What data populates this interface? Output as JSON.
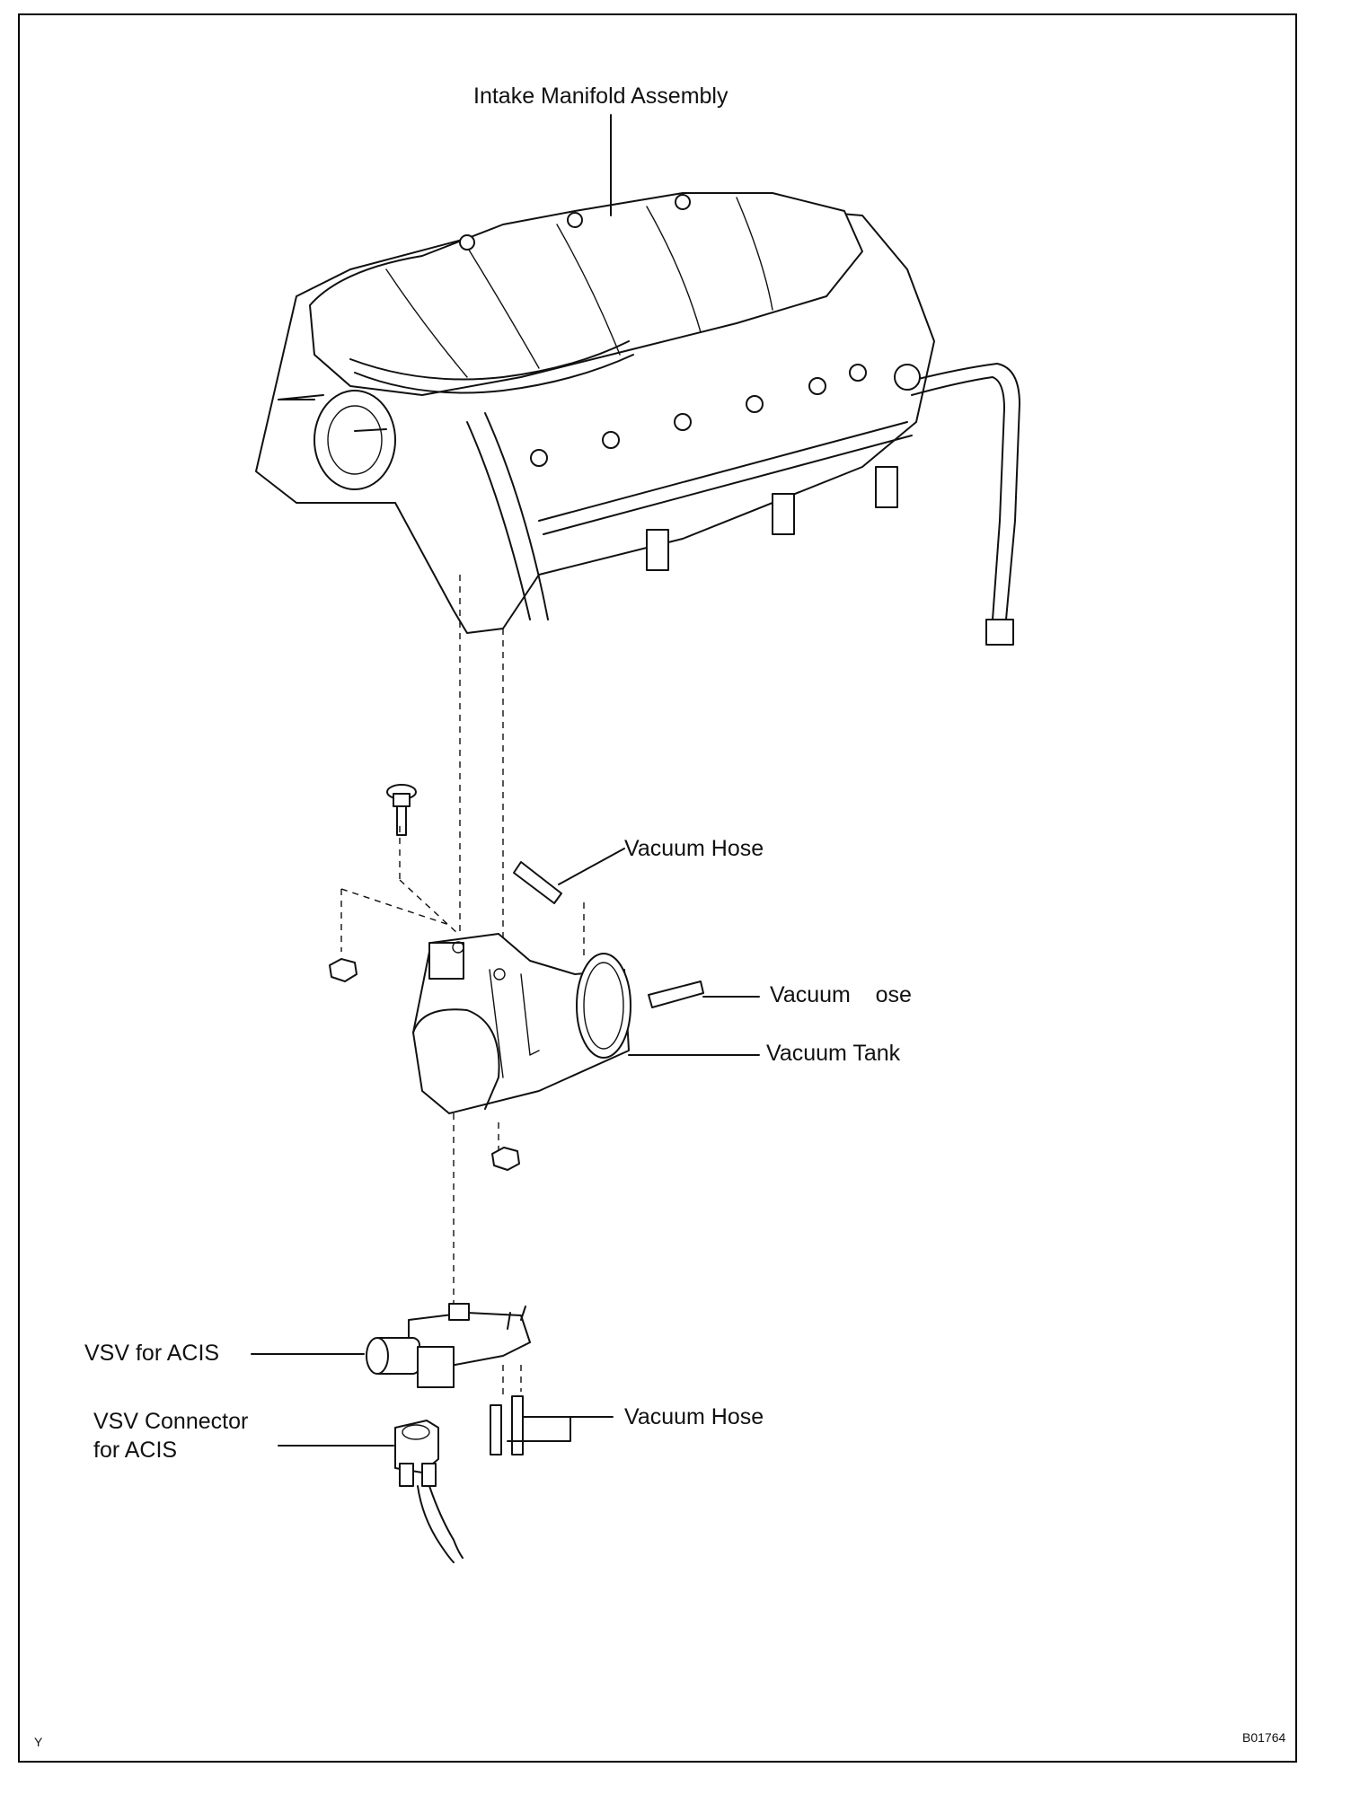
{
  "labels": {
    "intake_manifold": "Intake Manifold Assembly",
    "vacuum_hose_top": "Vacuum Hose",
    "vacuum_hose_middle": "Vacuum    ose",
    "vacuum_tank": "Vacuum Tank",
    "vsv_for_acis": "VSV for ACIS",
    "vsv_connector_line1": "VSV Connector",
    "vsv_connector_line2": "for ACIS",
    "vacuum_hose_bottom": "Vacuum Hose"
  },
  "corner": {
    "bottom_left": "Y",
    "figure_code": "B01764"
  }
}
